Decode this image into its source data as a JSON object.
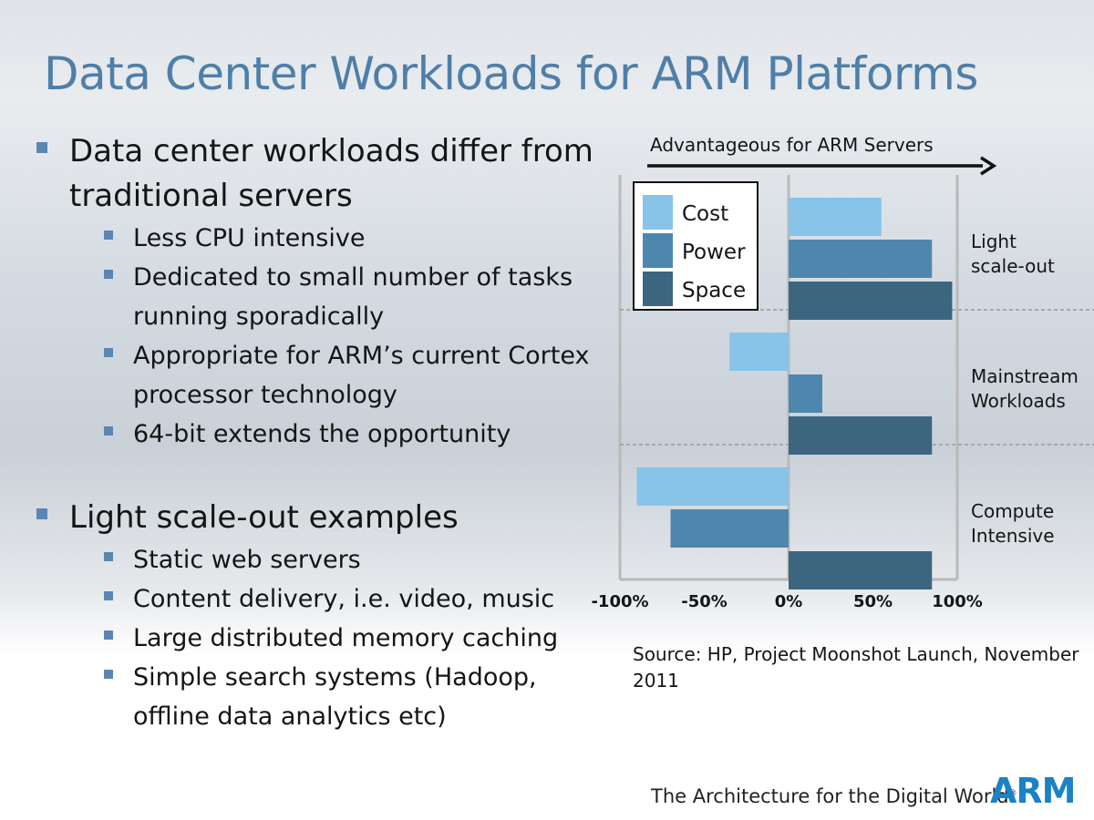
{
  "title": "Data Center Workloads for ARM Platforms",
  "bullets": {
    "b1": "Data center workloads differ from traditional servers",
    "sub1": [
      "Less CPU intensive",
      "Dedicated to small number of tasks running sporadically",
      "Appropriate for ARM’s current Cortex processor technology",
      "64-bit extends the opportunity"
    ],
    "b2": "Light scale-out examples",
    "sub2": [
      "Static web servers",
      "Content delivery, i.e. video, music",
      "Large distributed memory caching",
      "Simple search systems (Hadoop, offline data analytics etc)"
    ]
  },
  "chart_data": {
    "type": "bar",
    "orientation": "horizontal",
    "title": "Advantageous for ARM Servers",
    "categories": [
      [
        "Light",
        "scale-out"
      ],
      [
        "Mainstream",
        "Workloads"
      ],
      [
        "Compute",
        "Intensive"
      ]
    ],
    "series": [
      {
        "name": "Cost",
        "color": "#87c4e8",
        "values": [
          55,
          -35,
          -90
        ]
      },
      {
        "name": "Power",
        "color": "#4e87ad",
        "values": [
          85,
          20,
          -70
        ]
      },
      {
        "name": "Space",
        "color": "#3c6580",
        "values": [
          97,
          85,
          85
        ]
      }
    ],
    "xlim": [
      -100,
      100
    ],
    "xticks": [
      "-100%",
      "-50%",
      "0%",
      "50%",
      "100%"
    ],
    "xtick_values": [
      -100,
      -50,
      0,
      50,
      100
    ],
    "legend": "top-left"
  },
  "source": "Source: HP, Project Moonshot Launch, November 2011",
  "footer": {
    "tagline": "The Architecture for the Digital World",
    "reg": "®",
    "logo": "ARM"
  }
}
